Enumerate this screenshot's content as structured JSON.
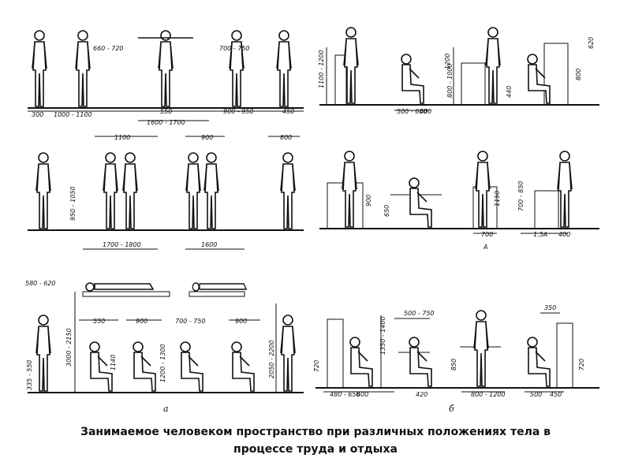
{
  "caption": {
    "line1": "Занимаемое человеком пространство при различных положениях тела в",
    "line2": "процессе труда и отдыха"
  },
  "panel_tags": {
    "a": "а",
    "b": "б"
  },
  "left_panel": {
    "standing_row": [
      "300",
      "1000 - 1100",
      "660 - 720",
      "550",
      "1600 - 1700",
      "900 - 950",
      "700 - 750",
      "450"
    ],
    "middle_row": [
      "1100",
      "900",
      "800",
      "950 - 1050"
    ],
    "lying_row": [
      "1700 - 1800",
      "1600",
      "580 - 620"
    ],
    "bottom_row": [
      "550",
      "900",
      "700 - 750",
      "900",
      "3000 - 2150",
      "335 - 550",
      "1140",
      "1200 - 1300",
      "2050 - 2200"
    ]
  },
  "right_panel": {
    "row1": [
      "1100 - 1200",
      "500 - 600",
      "400",
      "1200",
      "800 - 1000",
      "440",
      "800",
      "620"
    ],
    "row2": [
      "900",
      "650",
      "700",
      "A",
      "1150",
      "700 - 850",
      "1.5A",
      "400"
    ],
    "row3": [
      "500 - 750",
      "350",
      "720",
      "1350 - 1400",
      "480 - 650",
      "600",
      "420",
      "850",
      "800 - 1200",
      "500",
      "450",
      "720"
    ]
  }
}
